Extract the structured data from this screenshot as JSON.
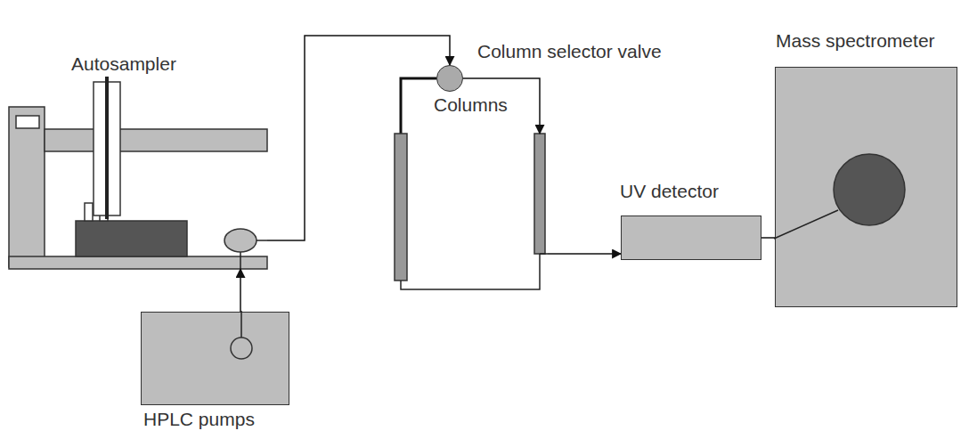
{
  "diagram": {
    "nodes": [
      {
        "text": [
          "Autosampler"
        ]
      },
      {
        "text": [
          "HPLC pumps"
        ]
      },
      {
        "text": [
          "Column selector valve"
        ]
      },
      {
        "text": [
          "Columns"
        ]
      },
      {
        "text": [
          "UV detector"
        ]
      },
      {
        "text": [
          "Mass spectrometer"
        ]
      }
    ],
    "edges": [
      {
        "from": 1,
        "to": 0,
        "arrow": "to"
      },
      {
        "from": 0,
        "to": 2,
        "arrow": "to"
      },
      {
        "from": 2,
        "to": 3,
        "arrow": "to"
      },
      {
        "from": 3,
        "to": 4,
        "arrow": "to"
      },
      {
        "from": 4,
        "to": 5,
        "arrow": "none"
      }
    ]
  }
}
